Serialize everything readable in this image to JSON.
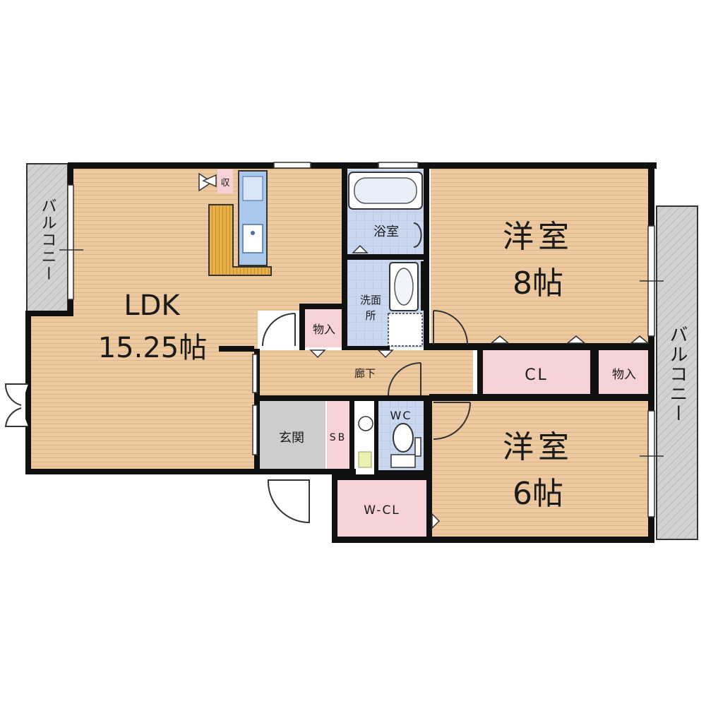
{
  "rooms": {
    "ldk_name": "LDK",
    "ldk_size": "15.25帖",
    "storage_ldk": "物入",
    "storage_kitchen": "収",
    "bath": "浴室",
    "washroom_1": "洗面",
    "washroom_2": "所",
    "hallway": "廊下",
    "entrance": "玄関",
    "shoebox": "SB",
    "wc": "WC",
    "bedroom_large_name": "洋室",
    "bedroom_large_size": "8帖",
    "closet": "CL",
    "storage_bedroom": "物入",
    "bedroom_small_name": "洋室",
    "bedroom_small_size": "6帖",
    "walkin_closet": "W-CL"
  },
  "balconies": {
    "left_label": "バルコニー",
    "right_label": "バルコニー"
  },
  "colors": {
    "wall": "#111111",
    "wood_floor": "#ecc9a0",
    "wood_stripe": "#dfb787",
    "wet_area_tile": "#c7d6ee",
    "closet_pink": "#f6d2d6",
    "entrance_gray": "#cdcdcd",
    "balcony_gray": "#d0d0d0",
    "kitchen_counter": "#e8b24a",
    "appliance_blue": "#a9c8ec"
  }
}
